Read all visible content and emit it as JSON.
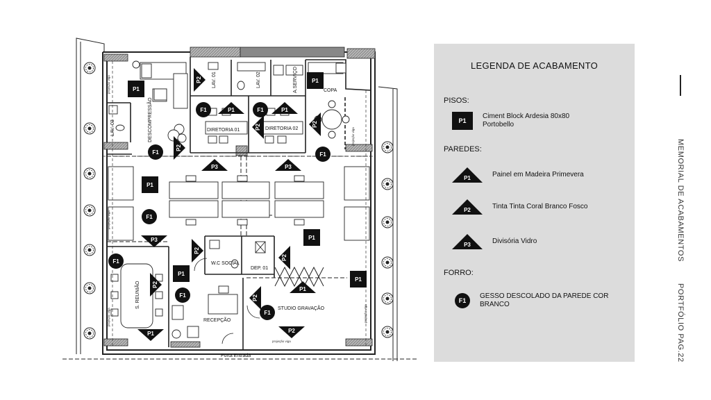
{
  "plan": {
    "rooms": {
      "descompressao": "DESCOMPRESSÃO",
      "lav03": "LAV. 03",
      "lav01": "LAV. 01",
      "lav02": "LAV. 02",
      "aservico": "A.SERVIÇO",
      "copa": "COPA",
      "diretoria01": "DIRETORIA 01",
      "diretoria02": "DIRETORIA 02",
      "wcsocial": "W.C SOCIAL",
      "dep01": "DEP. 01",
      "sreuniao": "S. REUNIÃO",
      "recepcao": "RECEPÇÃO",
      "studio": "STUDIO GRAVAÇÃO",
      "portaentrada": "Porta Entrada"
    },
    "projecao_viga": "projeção viga",
    "tags": {
      "P1": "P1",
      "P2": "P2",
      "P3": "P3",
      "F1": "F1"
    }
  },
  "legend": {
    "title": "LEGENDA  DE ACABAMENTO",
    "pisos": {
      "heading": "PISOS:",
      "items": [
        {
          "tag": "P1",
          "line1": "Ciment Block Ardesia 80x80",
          "line2": "Portobello"
        }
      ]
    },
    "paredes": {
      "heading": "PAREDES:",
      "items": [
        {
          "tag": "P1",
          "text": "Painel em Madeira Primevera"
        },
        {
          "tag": "P2",
          "text": "Tinta Tinta Coral Branco Fosco"
        },
        {
          "tag": "P3",
          "text": "Divisória Vidro"
        }
      ]
    },
    "forro": {
      "heading": "FORRO:",
      "items": [
        {
          "tag": "F1",
          "line1": "GESSO DESCOLADO DA PAREDE COR",
          "line2": "BRANCO"
        }
      ]
    }
  },
  "sidebar": {
    "title": "MEMORIAL DE ACABAMENTOS",
    "page": "PORTFÓLIO  PAG.22"
  },
  "colors": {
    "panel": "#dcdcdc",
    "ink": "#111111",
    "wall": "#9a9a9a"
  }
}
